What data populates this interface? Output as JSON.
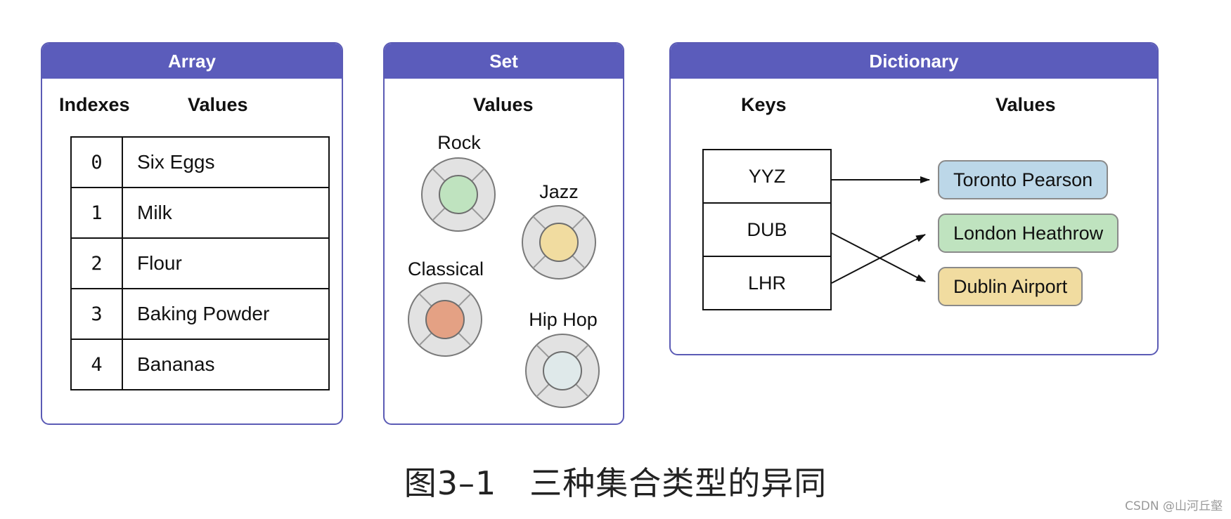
{
  "array": {
    "title": "Array",
    "indexes_header": "Indexes",
    "values_header": "Values",
    "rows": [
      {
        "index": "0",
        "value": "Six Eggs"
      },
      {
        "index": "1",
        "value": "Milk"
      },
      {
        "index": "2",
        "value": "Flour"
      },
      {
        "index": "3",
        "value": "Baking Powder"
      },
      {
        "index": "4",
        "value": "Bananas"
      }
    ]
  },
  "set": {
    "title": "Set",
    "values_header": "Values",
    "items": [
      {
        "label": "Rock",
        "color": "#bfe3bf"
      },
      {
        "label": "Jazz",
        "color": "#f1dca0"
      },
      {
        "label": "Classical",
        "color": "#e4a184"
      },
      {
        "label": "Hip Hop",
        "color": "#dfe9ea"
      }
    ]
  },
  "dictionary": {
    "title": "Dictionary",
    "keys_header": "Keys",
    "values_header": "Values",
    "keys": [
      "YYZ",
      "DUB",
      "LHR"
    ],
    "values": [
      {
        "label": "Toronto Pearson",
        "color": "#bcd7e8"
      },
      {
        "label": "London Heathrow",
        "color": "#bfe3bf"
      },
      {
        "label": "Dublin Airport",
        "color": "#f1dca0"
      }
    ],
    "mappings": [
      {
        "key": "YYZ",
        "value": "Toronto Pearson"
      },
      {
        "key": "DUB",
        "value": "Dublin Airport"
      },
      {
        "key": "LHR",
        "value": "London Heathrow"
      }
    ]
  },
  "colors": {
    "header": "#5b5cbb",
    "border": "#5b5bb5"
  },
  "caption": "图3–1　三种集合类型的异同",
  "watermark": "CSDN @山河丘壑"
}
